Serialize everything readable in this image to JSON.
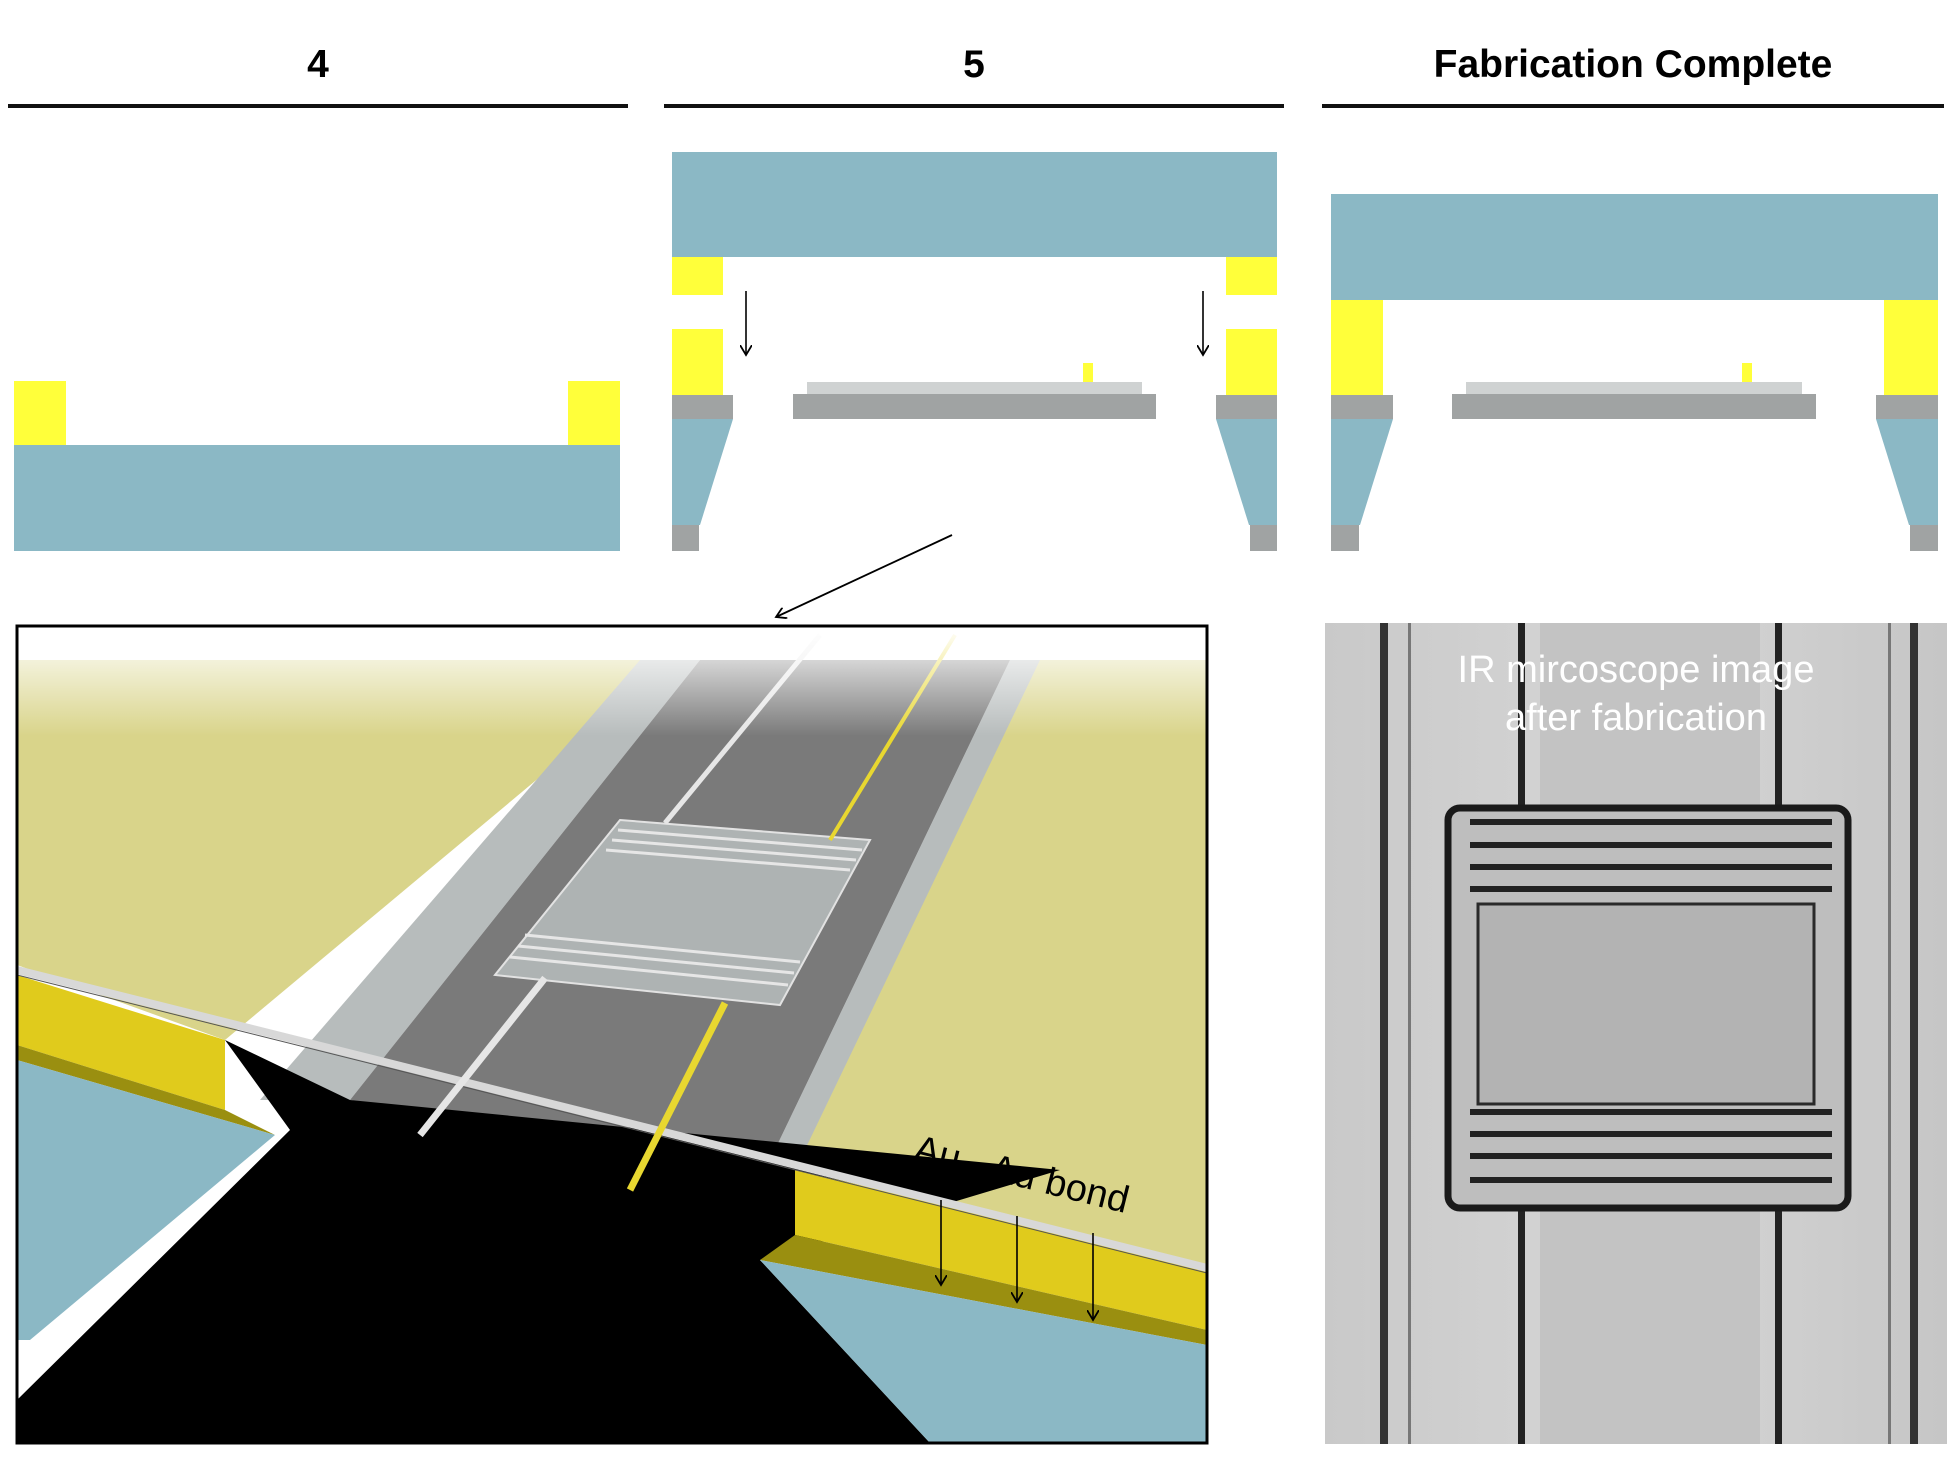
{
  "steps": [
    {
      "title": "4"
    },
    {
      "title": "5"
    },
    {
      "title": "Fabrication Complete"
    }
  ],
  "annotations": {
    "bond_label": "Au - Au bond",
    "ir_caption_line1": "IR mircoscope image",
    "ir_caption_line2": "after fabrication"
  },
  "colors": {
    "substrate": "#8bb8c5",
    "gold": "#ffff3a",
    "gray_layer": "#a0a3a3",
    "light_gray": "#cfd2d2",
    "render_gold": "#d9d48a",
    "render_gold_side": "#e0cb1c",
    "render_channel": "#7a7a7a"
  }
}
